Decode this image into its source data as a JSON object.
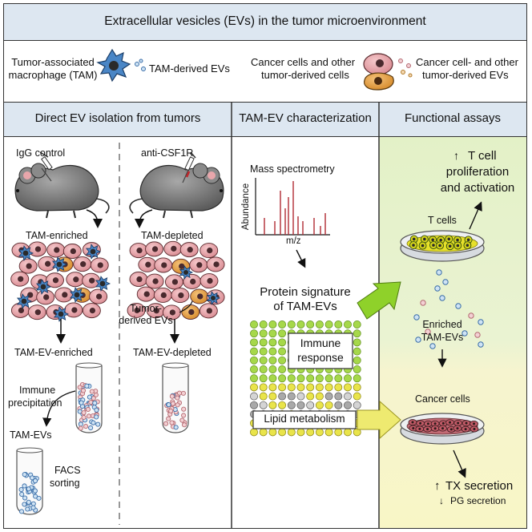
{
  "header": {
    "title": "Extracellular vesicles (EVs) in the tumor microenvironment"
  },
  "legend": {
    "tam_label_1": "Tumor-associated",
    "tam_label_2": "macrophage (TAM)",
    "tam_evs": "TAM-derived EVs",
    "cancer_label_1": "Cancer cells and other",
    "cancer_label_2": "tumor-derived cells",
    "cancer_evs_1": "Cancer cell- and other",
    "cancer_evs_2": "tumor-derived EVs"
  },
  "panels": {
    "isolation": {
      "title": "Direct EV isolation from tumors",
      "igg_control": "IgG control",
      "anti_csf1r": "anti-CSF1R",
      "tam_enriched": "TAM-enriched",
      "tam_depleted": "TAM-depleted",
      "tumor_derived_1": "Tumor-",
      "tumor_derived_2": "derived EVs",
      "ev_enriched": "TAM-EV-enriched",
      "ev_depleted": "TAM-EV-depleted",
      "immune_1": "Immune",
      "immune_2": "precipitation",
      "tam_evs": "TAM-EVs",
      "facs_1": "FACS",
      "facs_2": "sorting"
    },
    "characterization": {
      "title": "TAM-EV characterization",
      "mass_spec": "Mass spectrometry",
      "y_axis": "Abundance",
      "x_axis": "m/z",
      "signature_1": "Protein signature",
      "signature_2": "of TAM-EVs",
      "immune_1": "Immune",
      "immune_2": "response",
      "lipid": "Lipid metabolism"
    },
    "functional": {
      "title": "Functional assays",
      "tcell_arrow": "↑",
      "tcell_1": "T cell",
      "tcell_2": "proliferation",
      "tcell_3": "and activation",
      "t_cells": "T cells",
      "enriched_1": "Enriched",
      "enriched_2": "TAM-EVs",
      "cancer_cells": "Cancer cells",
      "tx_arrow": "↑",
      "tx": "TX secretion",
      "pg_arrow": "↓",
      "pg": "PG secretion"
    }
  },
  "colors": {
    "header_bg": "#dde7f1",
    "tam_blue": "#4a86c6",
    "cancer_pink": "#e8a6ab",
    "cancer_orange": "#e09a3c",
    "dish_yellow": "#e6e02a",
    "green_bg": "#e3f2c8",
    "yellow_bg": "#f7f5c8",
    "arrow_green": "#8fd12a",
    "arrow_yellow": "#eeea70",
    "dot_green": "#a6d84a",
    "dot_yellow": "#e9e44a",
    "dot_gray": "#a9a9a9"
  }
}
